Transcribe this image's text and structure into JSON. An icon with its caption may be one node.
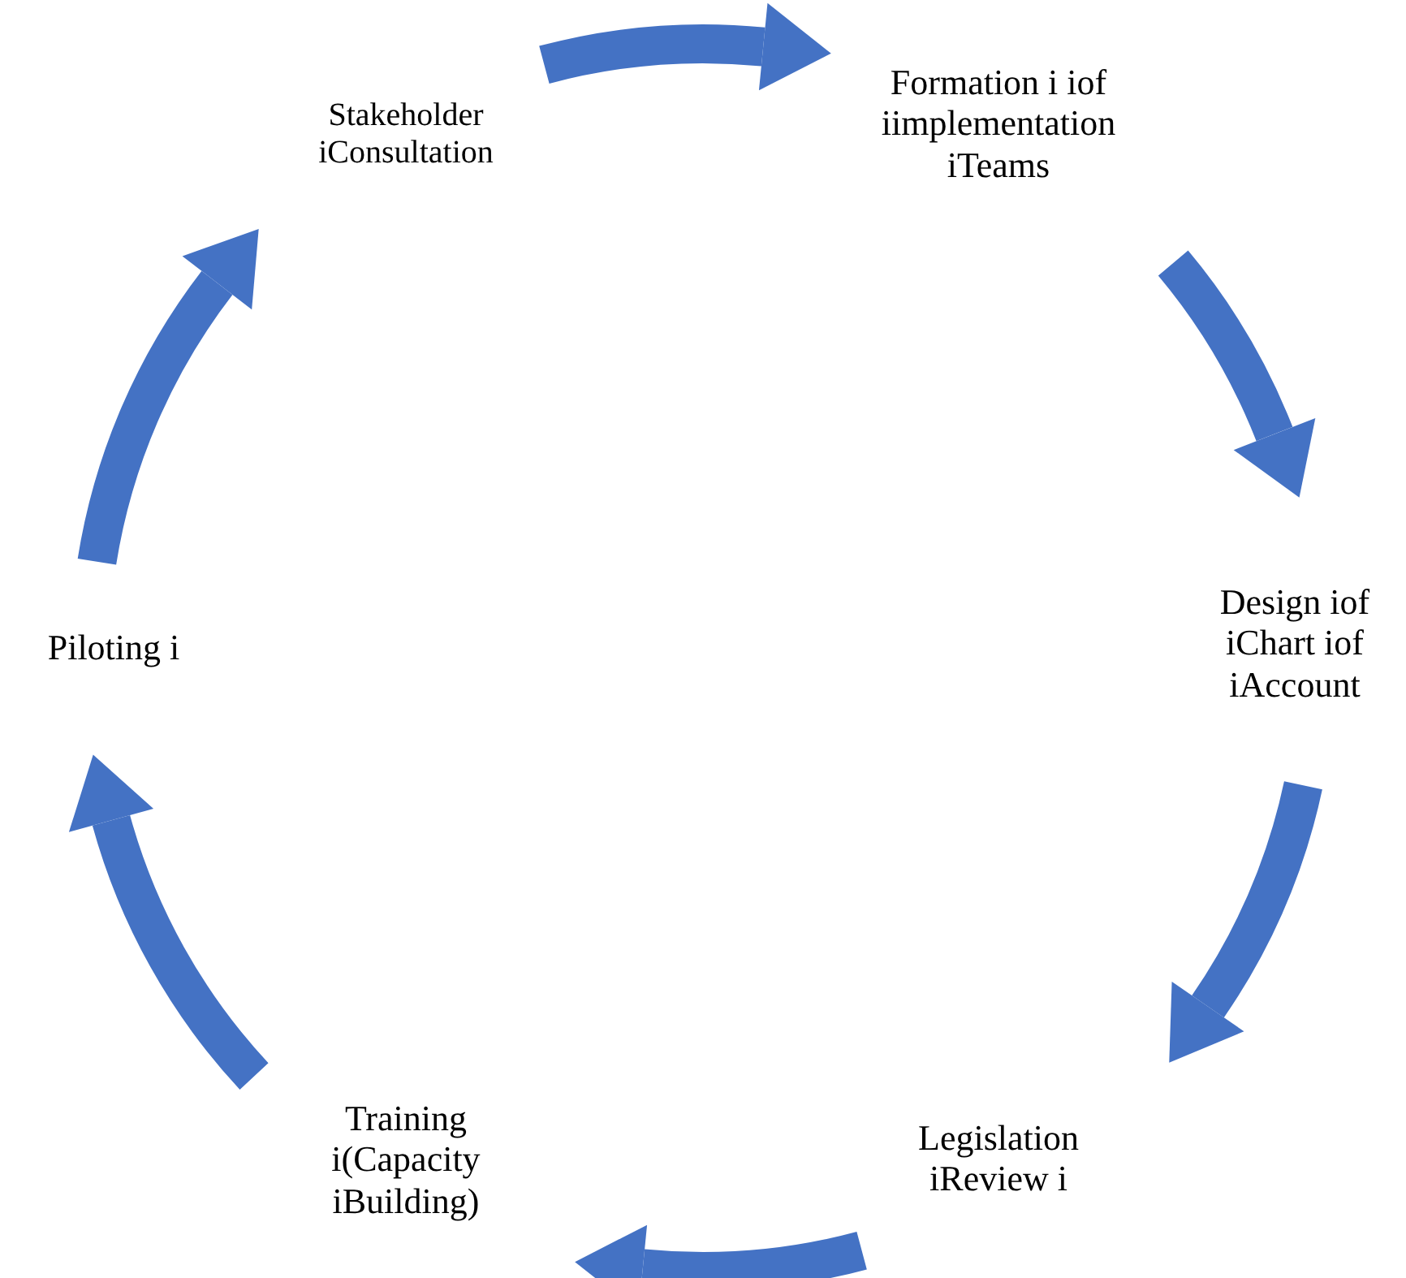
{
  "diagram": {
    "nodes": [
      {
        "text": [
          "Stakeholder iConsultation"
        ]
      },
      {
        "text": [
          "Formation i iof iimplementation iTeams"
        ]
      },
      {
        "text": [
          "Design iof iChart iof iAccount"
        ]
      },
      {
        "text": [
          "Legislation iReview i"
        ]
      },
      {
        "text": [
          "Training i(Capacity iBuilding)"
        ]
      },
      {
        "text": [
          "Piloting i"
        ]
      }
    ],
    "edges": [
      {
        "from": 0,
        "to": 1,
        "arrow": "to"
      },
      {
        "from": 1,
        "to": 2,
        "arrow": "to"
      },
      {
        "from": 2,
        "to": 3,
        "arrow": "to"
      },
      {
        "from": 3,
        "to": 4,
        "arrow": "to"
      },
      {
        "from": 4,
        "to": 5,
        "arrow": "to"
      },
      {
        "from": 5,
        "to": 0,
        "arrow": "to"
      }
    ]
  }
}
